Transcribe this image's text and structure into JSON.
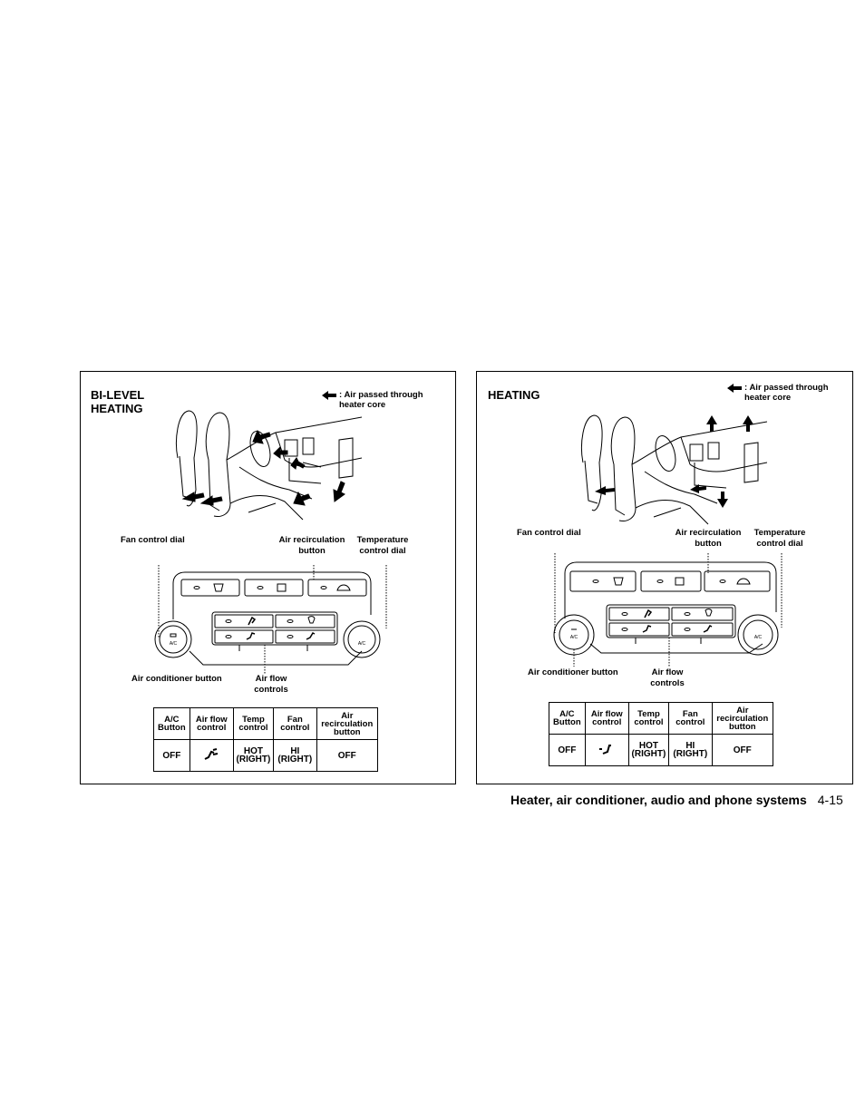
{
  "panels": [
    {
      "title_lines": [
        "BI-LEVEL",
        "HEATING"
      ],
      "legend": ": Air passed through heater core",
      "labels": {
        "fan_dial": "Fan control dial",
        "recirc_button": "Air recirculation button",
        "temp_dial": "Temperature control dial",
        "ac_button": "Air conditioner button",
        "air_flow": "Air flow controls"
      },
      "table": {
        "headers": [
          "A/C Button",
          "Air flow control",
          "Temp control",
          "Fan control",
          "Air recirculation button"
        ],
        "values": [
          "OFF",
          "bi-level-icon",
          "HOT (RIGHT)",
          "HI (RIGHT)",
          "OFF"
        ]
      }
    },
    {
      "title_lines": [
        "HEATING"
      ],
      "legend": ": Air passed through heater core",
      "labels": {
        "fan_dial": "Fan control dial",
        "recirc_button": "Air recirculation button",
        "temp_dial": "Temperature control dial",
        "ac_button": "Air conditioner button",
        "air_flow": "Air flow controls"
      },
      "table": {
        "headers": [
          "A/C Button",
          "Air flow control",
          "Temp control",
          "Fan control",
          "Air recirculation button"
        ],
        "values": [
          "OFF",
          "foot-icon",
          "HOT (RIGHT)",
          "HI (RIGHT)",
          "OFF"
        ]
      }
    }
  ],
  "dial_text": "A/C",
  "footer": {
    "section": "Heater, air conditioner, audio and phone systems",
    "page": "4-15"
  }
}
